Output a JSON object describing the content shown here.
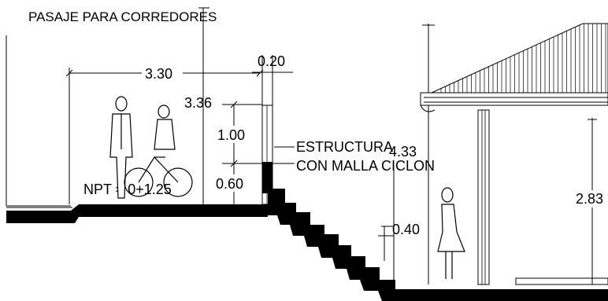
{
  "title": "PASAJE PARA CORREDORES",
  "dimensions": {
    "width_passage": "3.30",
    "wall_height": "0.20",
    "total_height": "3.36",
    "height_a": "1.00",
    "height_b": "0.60",
    "step_height": "0.40",
    "height_c": "4.33",
    "height_d": "2.83"
  },
  "labels": {
    "estructura_line1": "ESTRUCTURA",
    "estructura_line2": "CON MALLA CICLON",
    "level": "NPT = 0+1.25"
  },
  "colors": {
    "ink": "#000000",
    "paper": "#ffffff"
  }
}
